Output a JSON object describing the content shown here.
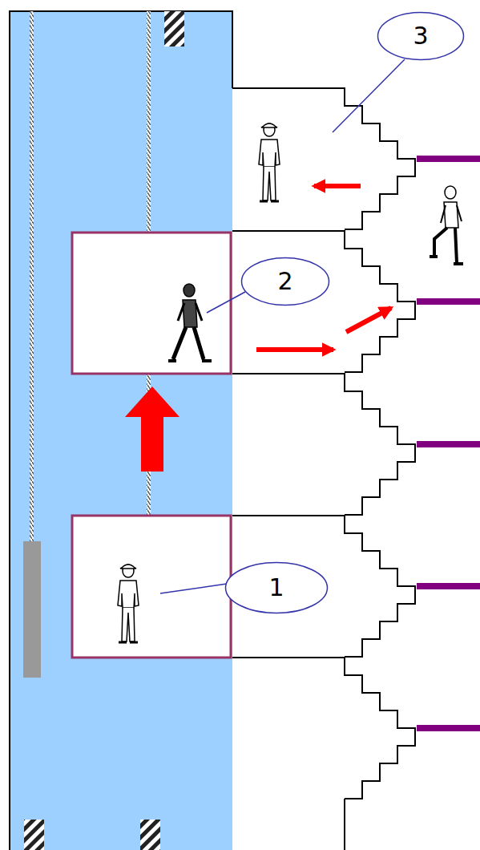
{
  "diagram": {
    "nodes": [
      {
        "text": [
          "3"
        ]
      },
      {
        "text": [
          "2"
        ]
      },
      {
        "text": [
          "1"
        ]
      }
    ]
  }
}
